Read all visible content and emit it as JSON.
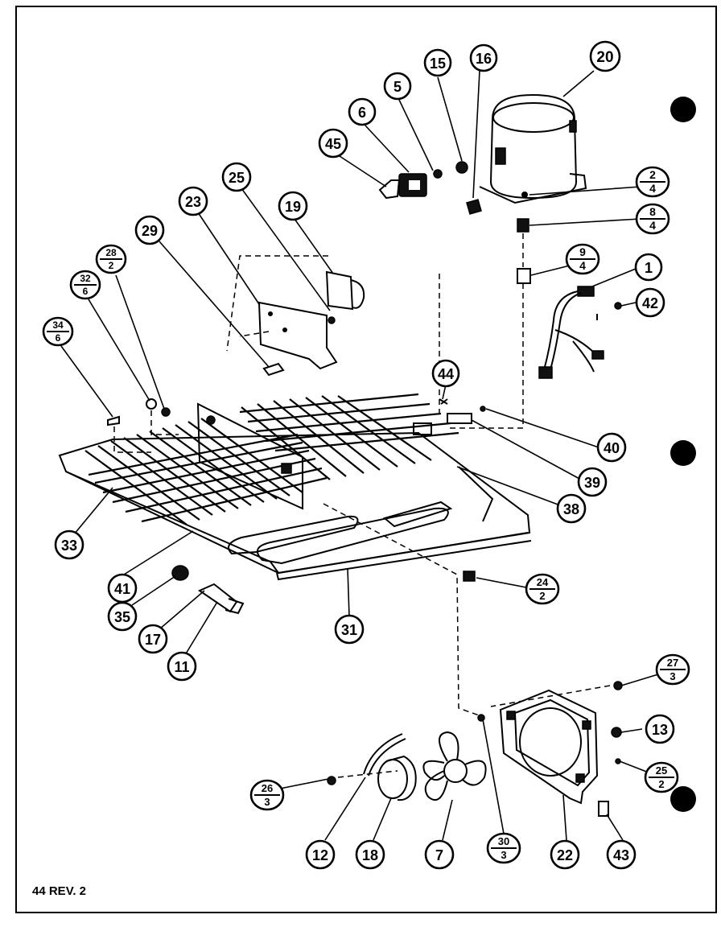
{
  "page": {
    "footer_text": "44 REV. 2"
  },
  "callouts": [
    {
      "id": "c20",
      "text": "20"
    },
    {
      "id": "c16",
      "text": "16"
    },
    {
      "id": "c15",
      "text": "15"
    },
    {
      "id": "c5",
      "text": "5"
    },
    {
      "id": "c6",
      "text": "6"
    },
    {
      "id": "c45",
      "text": "45"
    },
    {
      "id": "c25",
      "text": "25"
    },
    {
      "id": "c19",
      "text": "19"
    },
    {
      "id": "c23",
      "text": "23"
    },
    {
      "id": "c29",
      "text": "29"
    },
    {
      "id": "c1",
      "text": "1"
    },
    {
      "id": "c42",
      "text": "42"
    },
    {
      "id": "c44",
      "text": "44"
    },
    {
      "id": "c40",
      "text": "40"
    },
    {
      "id": "c39",
      "text": "39"
    },
    {
      "id": "c38",
      "text": "38"
    },
    {
      "id": "c33",
      "text": "33"
    },
    {
      "id": "c41",
      "text": "41"
    },
    {
      "id": "c35",
      "text": "35"
    },
    {
      "id": "c17",
      "text": "17"
    },
    {
      "id": "c11",
      "text": "11"
    },
    {
      "id": "c31",
      "text": "31"
    },
    {
      "id": "c13",
      "text": "13"
    },
    {
      "id": "c12",
      "text": "12"
    },
    {
      "id": "c18",
      "text": "18"
    },
    {
      "id": "c7",
      "text": "7"
    },
    {
      "id": "c22",
      "text": "22"
    },
    {
      "id": "c43",
      "text": "43"
    }
  ],
  "fraction_callouts": [
    {
      "id": "f2_4",
      "num": "2",
      "den": "4"
    },
    {
      "id": "f8_4",
      "num": "8",
      "den": "4"
    },
    {
      "id": "f9_4",
      "num": "9",
      "den": "4"
    },
    {
      "id": "f28_2",
      "num": "28",
      "den": "2"
    },
    {
      "id": "f32_6",
      "num": "32",
      "den": "6"
    },
    {
      "id": "f34_6",
      "num": "34",
      "den": "6"
    },
    {
      "id": "f24_2",
      "num": "24",
      "den": "2"
    },
    {
      "id": "f27_3",
      "num": "27",
      "den": "3"
    },
    {
      "id": "f25_2",
      "num": "25",
      "den": "2"
    },
    {
      "id": "f26_3",
      "num": "26",
      "den": "3"
    },
    {
      "id": "f30_3",
      "num": "30",
      "den": "3"
    }
  ]
}
